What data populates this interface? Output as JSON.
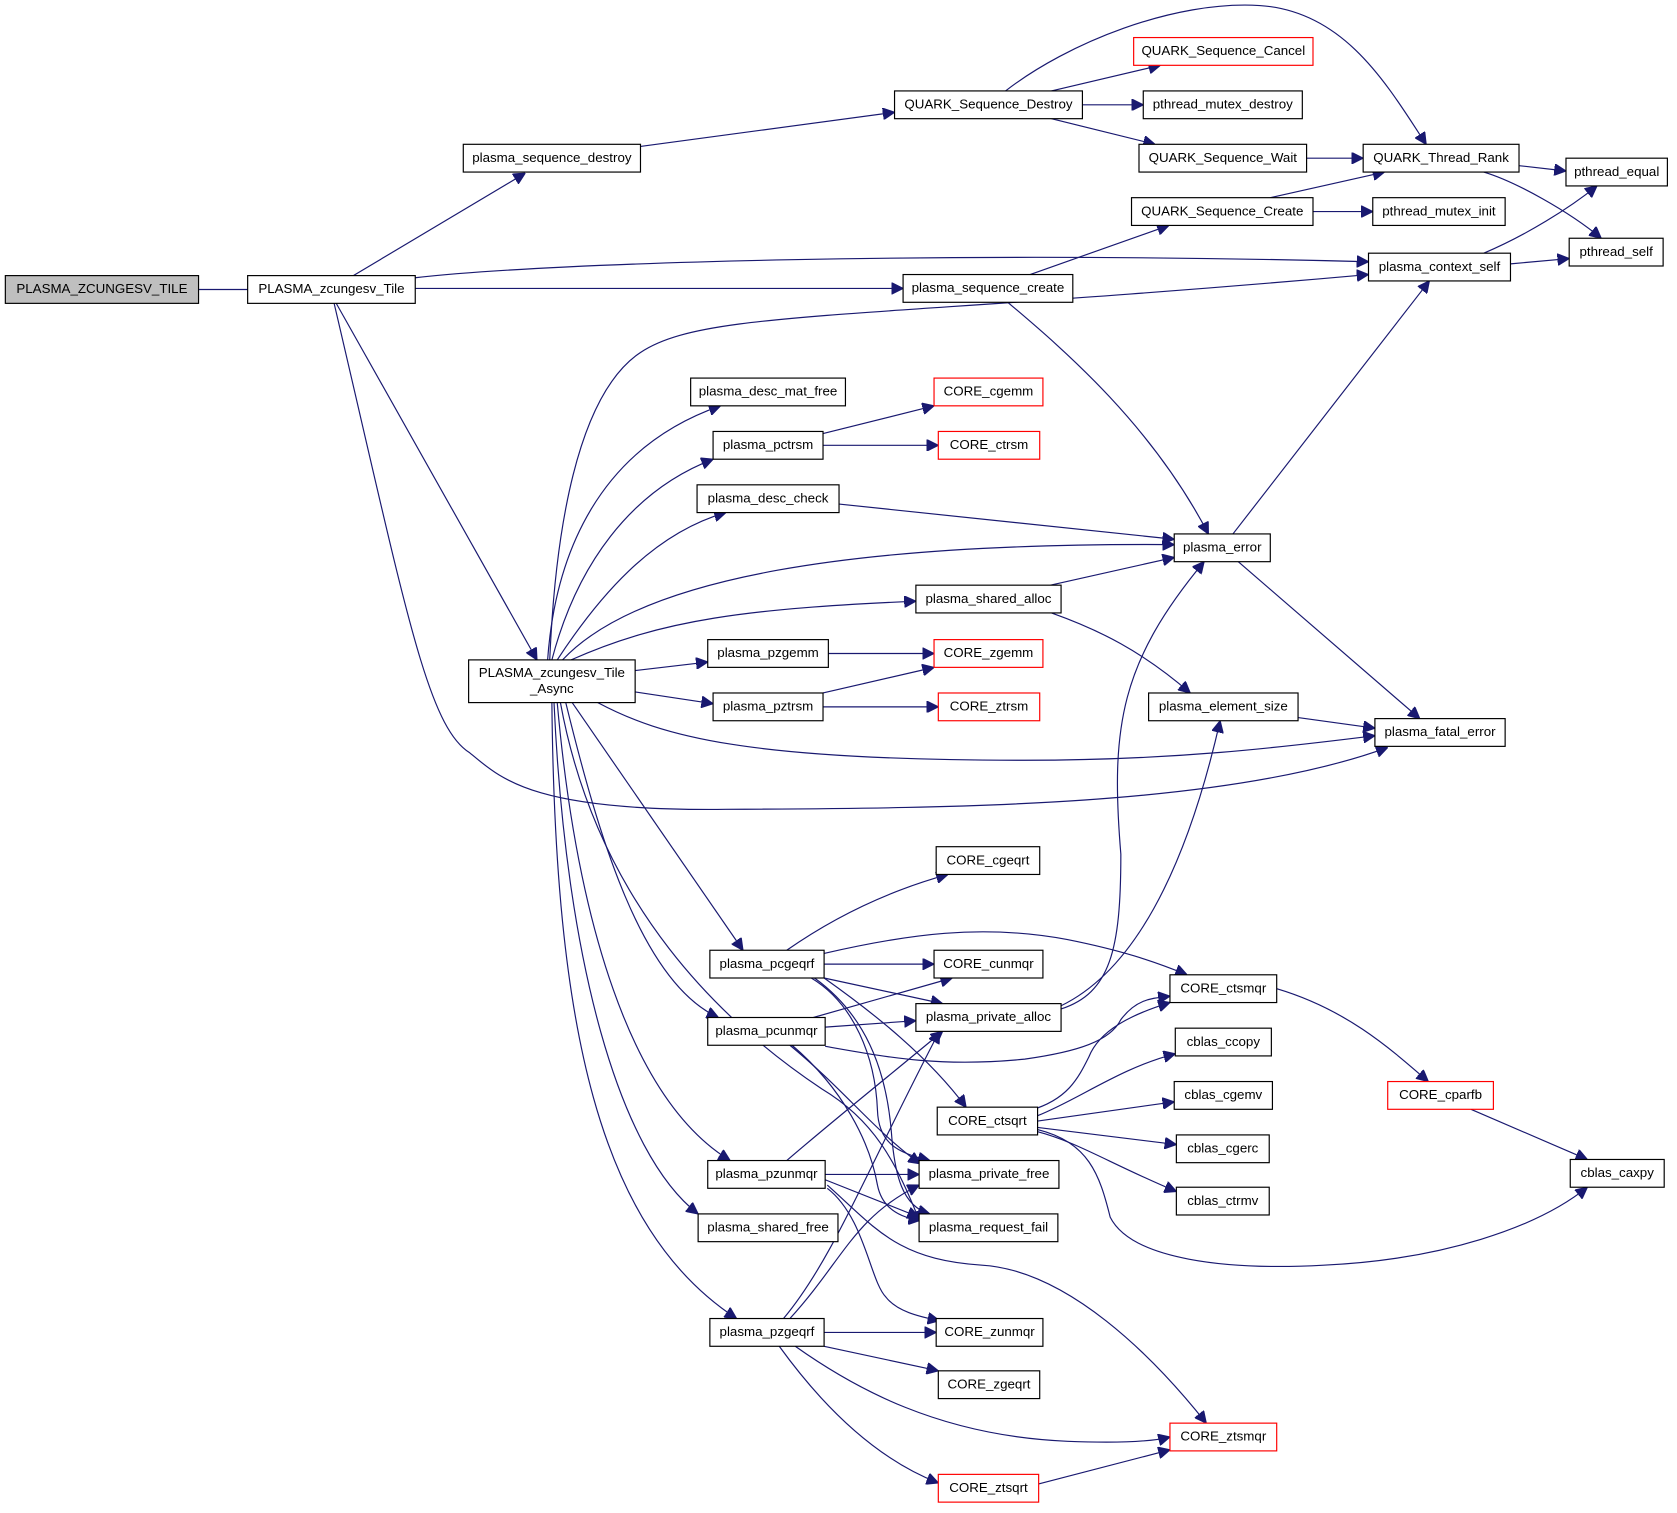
{
  "graph": {
    "type": "call-graph",
    "colors": {
      "edge": "#191970",
      "root_fill": "#bfbfbf",
      "node_border": "#000000",
      "truncated_border": "#ff0000"
    },
    "nodes": [
      {
        "id": "n_root",
        "label": "PLASMA_ZCUNGESV_TILE",
        "kind": "root"
      },
      {
        "id": "n_tile",
        "label": "PLASMA_zcungesv_Tile"
      },
      {
        "id": "n_async",
        "label": "PLASMA_zcungesv_Tile\n_Async",
        "lines": [
          "PLASMA_zcungesv_Tile",
          "_Async"
        ]
      },
      {
        "id": "n_seqdestroy",
        "label": "plasma_sequence_destroy"
      },
      {
        "id": "n_qsdestroy",
        "label": "QUARK_Sequence_Destroy"
      },
      {
        "id": "n_qscancel",
        "label": "QUARK_Sequence_Cancel",
        "kind": "truncated"
      },
      {
        "id": "n_pmdestroy",
        "label": "pthread_mutex_destroy"
      },
      {
        "id": "n_qswait",
        "label": "QUARK_Sequence_Wait"
      },
      {
        "id": "n_qtrank",
        "label": "QUARK_Thread_Rank"
      },
      {
        "id": "n_pequal",
        "label": "pthread_equal"
      },
      {
        "id": "n_qscreate",
        "label": "QUARK_Sequence_Create"
      },
      {
        "id": "n_pminit",
        "label": "pthread_mutex_init"
      },
      {
        "id": "n_ctxself",
        "label": "plasma_context_self"
      },
      {
        "id": "n_pself",
        "label": "pthread_self"
      },
      {
        "id": "n_seqcreate",
        "label": "plasma_sequence_create"
      },
      {
        "id": "n_descmatfree",
        "label": "plasma_desc_mat_free"
      },
      {
        "id": "n_pctrsm",
        "label": "plasma_pctrsm"
      },
      {
        "id": "n_cgemm",
        "label": "CORE_cgemm",
        "kind": "truncated"
      },
      {
        "id": "n_ctrsm",
        "label": "CORE_ctrsm",
        "kind": "truncated"
      },
      {
        "id": "n_desccheck",
        "label": "plasma_desc_check"
      },
      {
        "id": "n_error",
        "label": "plasma_error"
      },
      {
        "id": "n_sharedalloc",
        "label": "plasma_shared_alloc"
      },
      {
        "id": "n_pzgemm",
        "label": "plasma_pzgemm"
      },
      {
        "id": "n_zgemm",
        "label": "CORE_zgemm",
        "kind": "truncated"
      },
      {
        "id": "n_pztrsm",
        "label": "plasma_pztrsm"
      },
      {
        "id": "n_ztrsm",
        "label": "CORE_ztrsm",
        "kind": "truncated"
      },
      {
        "id": "n_elemsize",
        "label": "plasma_element_size"
      },
      {
        "id": "n_fatal",
        "label": "plasma_fatal_error"
      },
      {
        "id": "n_cgeqrt",
        "label": "CORE_cgeqrt"
      },
      {
        "id": "n_pcgeqrf",
        "label": "plasma_pcgeqrf"
      },
      {
        "id": "n_cunmqr",
        "label": "CORE_cunmqr"
      },
      {
        "id": "n_ctsmqr",
        "label": "CORE_ctsmqr"
      },
      {
        "id": "n_pcunmqr",
        "label": "plasma_pcunmqr"
      },
      {
        "id": "n_privalloc",
        "label": "plasma_private_alloc"
      },
      {
        "id": "n_ccopy",
        "label": "cblas_ccopy"
      },
      {
        "id": "n_cparfb",
        "label": "CORE_cparfb",
        "kind": "truncated"
      },
      {
        "id": "n_ctsqrt",
        "label": "CORE_ctsqrt"
      },
      {
        "id": "n_cgemv",
        "label": "cblas_cgemv"
      },
      {
        "id": "n_cgerc",
        "label": "cblas_cgerc"
      },
      {
        "id": "n_caxpy",
        "label": "cblas_caxpy"
      },
      {
        "id": "n_pzunmqr",
        "label": "plasma_pzunmqr"
      },
      {
        "id": "n_privfree",
        "label": "plasma_private_free"
      },
      {
        "id": "n_ctrmv",
        "label": "cblas_ctrmv"
      },
      {
        "id": "n_sharedfree",
        "label": "plasma_shared_free"
      },
      {
        "id": "n_reqfail",
        "label": "plasma_request_fail"
      },
      {
        "id": "n_pzgeqrf",
        "label": "plasma_pzgeqrf"
      },
      {
        "id": "n_zunmqr",
        "label": "CORE_zunmqr"
      },
      {
        "id": "n_zgeqrt",
        "label": "CORE_zgeqrt"
      },
      {
        "id": "n_ztsmqr",
        "label": "CORE_ztsmqr",
        "kind": "truncated"
      },
      {
        "id": "n_ztsqrt",
        "label": "CORE_ztsqrt",
        "kind": "truncated"
      }
    ],
    "edges": [
      [
        "n_root",
        "n_tile"
      ],
      [
        "n_tile",
        "n_seqdestroy"
      ],
      [
        "n_tile",
        "n_ctxself"
      ],
      [
        "n_tile",
        "n_seqcreate"
      ],
      [
        "n_tile",
        "n_async"
      ],
      [
        "n_tile",
        "n_fatal"
      ],
      [
        "n_seqdestroy",
        "n_qsdestroy"
      ],
      [
        "n_qsdestroy",
        "n_qtrank"
      ],
      [
        "n_qsdestroy",
        "n_qscancel"
      ],
      [
        "n_qsdestroy",
        "n_pmdestroy"
      ],
      [
        "n_qsdestroy",
        "n_qswait"
      ],
      [
        "n_qswait",
        "n_qtrank"
      ],
      [
        "n_qtrank",
        "n_pequal"
      ],
      [
        "n_qtrank",
        "n_pself"
      ],
      [
        "n_qscreate",
        "n_qtrank"
      ],
      [
        "n_qscreate",
        "n_pminit"
      ],
      [
        "n_ctxself",
        "n_pequal"
      ],
      [
        "n_ctxself",
        "n_pself"
      ],
      [
        "n_seqcreate",
        "n_qscreate"
      ],
      [
        "n_seqcreate",
        "n_error"
      ],
      [
        "n_async",
        "n_ctxself"
      ],
      [
        "n_async",
        "n_descmatfree"
      ],
      [
        "n_async",
        "n_pctrsm"
      ],
      [
        "n_async",
        "n_desccheck"
      ],
      [
        "n_async",
        "n_error"
      ],
      [
        "n_async",
        "n_sharedalloc"
      ],
      [
        "n_async",
        "n_pzgemm"
      ],
      [
        "n_async",
        "n_pztrsm"
      ],
      [
        "n_async",
        "n_fatal"
      ],
      [
        "n_async",
        "n_pcgeqrf"
      ],
      [
        "n_async",
        "n_pcunmqr"
      ],
      [
        "n_async",
        "n_reqfail"
      ],
      [
        "n_async",
        "n_pzunmqr"
      ],
      [
        "n_async",
        "n_sharedfree"
      ],
      [
        "n_async",
        "n_pzgeqrf"
      ],
      [
        "n_pctrsm",
        "n_cgemm"
      ],
      [
        "n_pctrsm",
        "n_ctrsm"
      ],
      [
        "n_desccheck",
        "n_error"
      ],
      [
        "n_sharedalloc",
        "n_error"
      ],
      [
        "n_sharedalloc",
        "n_elemsize"
      ],
      [
        "n_pzgemm",
        "n_zgemm"
      ],
      [
        "n_pztrsm",
        "n_zgemm"
      ],
      [
        "n_pztrsm",
        "n_ztrsm"
      ],
      [
        "n_error",
        "n_ctxself"
      ],
      [
        "n_error",
        "n_fatal"
      ],
      [
        "n_elemsize",
        "n_fatal"
      ],
      [
        "n_pcgeqrf",
        "n_cgeqrt"
      ],
      [
        "n_pcgeqrf",
        "n_ctsmqr"
      ],
      [
        "n_pcgeqrf",
        "n_cunmqr"
      ],
      [
        "n_pcgeqrf",
        "n_privalloc"
      ],
      [
        "n_pcgeqrf",
        "n_ctsqrt"
      ],
      [
        "n_pcgeqrf",
        "n_privfree"
      ],
      [
        "n_pcgeqrf",
        "n_reqfail"
      ],
      [
        "n_pcunmqr",
        "n_cunmqr"
      ],
      [
        "n_pcunmqr",
        "n_privalloc"
      ],
      [
        "n_pcunmqr",
        "n_ctsmqr"
      ],
      [
        "n_pcunmqr",
        "n_privfree"
      ],
      [
        "n_pcunmqr",
        "n_reqfail"
      ],
      [
        "n_privalloc",
        "n_error"
      ],
      [
        "n_privalloc",
        "n_elemsize"
      ],
      [
        "n_ctsmqr",
        "n_cparfb"
      ],
      [
        "n_cparfb",
        "n_caxpy"
      ],
      [
        "n_ctsqrt",
        "n_ctsmqr"
      ],
      [
        "n_ctsqrt",
        "n_ccopy"
      ],
      [
        "n_ctsqrt",
        "n_cgemv"
      ],
      [
        "n_ctsqrt",
        "n_cgerc"
      ],
      [
        "n_ctsqrt",
        "n_ctrmv"
      ],
      [
        "n_ctsqrt",
        "n_caxpy"
      ],
      [
        "n_pzunmqr",
        "n_privalloc"
      ],
      [
        "n_pzunmqr",
        "n_privfree"
      ],
      [
        "n_pzunmqr",
        "n_reqfail"
      ],
      [
        "n_pzunmqr",
        "n_zunmqr"
      ],
      [
        "n_pzunmqr",
        "n_ztsmqr"
      ],
      [
        "n_pzgeqrf",
        "n_privalloc"
      ],
      [
        "n_pzgeqrf",
        "n_privfree"
      ],
      [
        "n_pzgeqrf",
        "n_zunmqr"
      ],
      [
        "n_pzgeqrf",
        "n_zgeqrt"
      ],
      [
        "n_pzgeqrf",
        "n_ztsmqr"
      ],
      [
        "n_pzgeqrf",
        "n_ztsqrt"
      ],
      [
        "n_ztsqrt",
        "n_ztsmqr"
      ]
    ]
  }
}
